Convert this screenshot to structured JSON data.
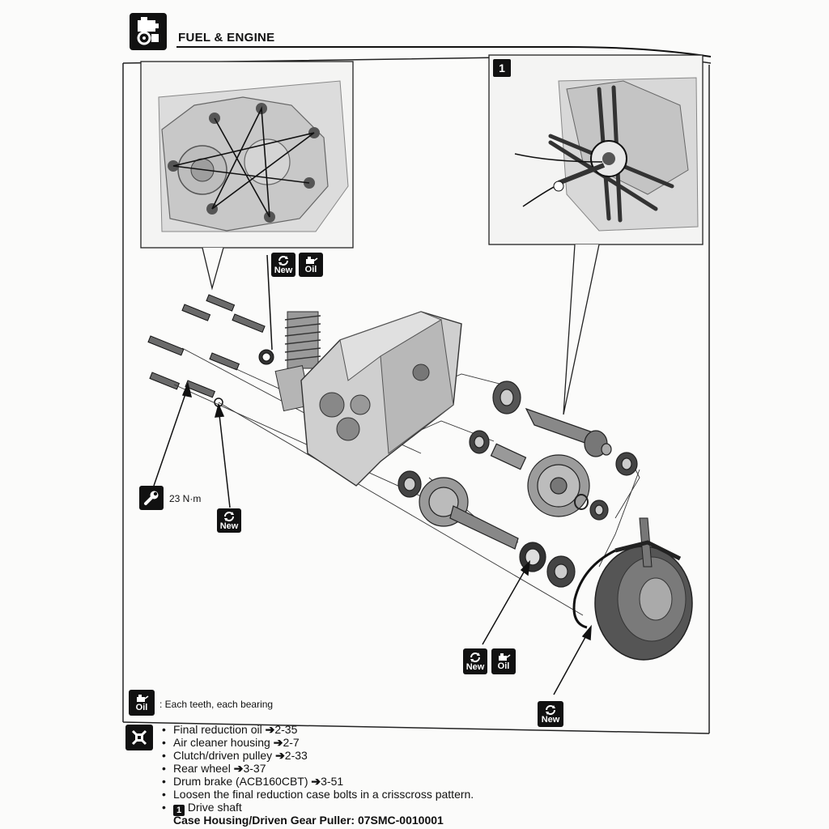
{
  "header": {
    "section_title": "FUEL & ENGINE"
  },
  "callouts": {
    "step_number": "1",
    "torque": "23 N·m",
    "new_label": "New",
    "oil_label": "Oil"
  },
  "legend": {
    "oil_note": ": Each teeth, each bearing"
  },
  "references": [
    {
      "text": "Final reduction oil",
      "page": "2-35"
    },
    {
      "text": "Air cleaner housing",
      "page": "2-7"
    },
    {
      "text": "Clutch/driven pulley",
      "page": "2-33"
    },
    {
      "text": "Rear wheel",
      "page": "3-37"
    },
    {
      "text": "Drum brake (ACB160CBT)",
      "page": "3-51"
    }
  ],
  "instructions": {
    "loosen": "Loosen the final reduction case bolts in a crisscross pattern.",
    "step_label": "Drive shaft",
    "tool": "Case Housing/Driven Gear Puller: 07SMC-0010001"
  },
  "colors": {
    "ink": "#111111",
    "paper": "#fbfbfa",
    "line": "#222222"
  },
  "icons": [
    "engine-icon",
    "wrench-icon",
    "renew-icon",
    "oil-can-icon",
    "removal-icon",
    "arrow-icon"
  ]
}
